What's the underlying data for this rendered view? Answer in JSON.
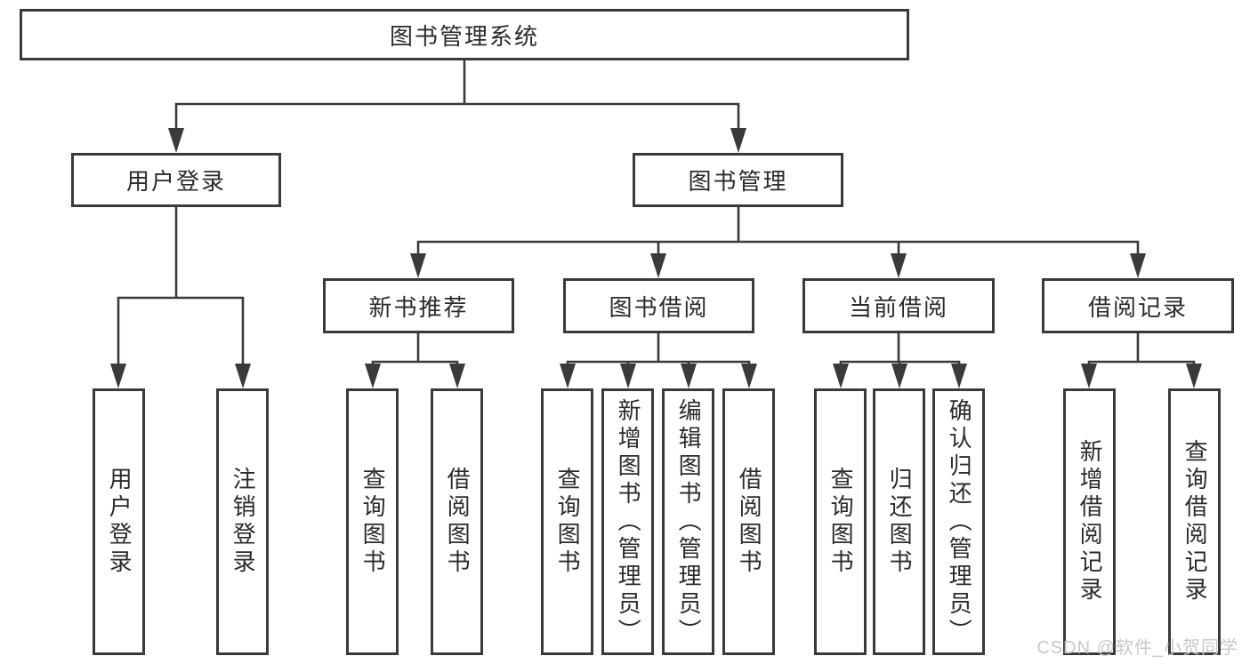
{
  "colors": {
    "line": "#3a3a3a",
    "box_border": "#3a3a3a",
    "text": "#2b2b2b",
    "background": "#ffffff",
    "watermark": "#c8c8c8"
  },
  "watermark": {
    "text": "CSDN @软件_小贺同学"
  },
  "tree": {
    "label": "图书管理系统",
    "children": [
      {
        "label": "用户登录",
        "children": [
          {
            "label": "用户登录"
          },
          {
            "label": "注销登录"
          }
        ]
      },
      {
        "label": "图书管理",
        "children": [
          {
            "label": "新书推荐",
            "children": [
              {
                "label": "查询图书"
              },
              {
                "label": "借阅图书"
              }
            ]
          },
          {
            "label": "图书借阅",
            "children": [
              {
                "label": "查询图书"
              },
              {
                "label": "新增图书（管理员）"
              },
              {
                "label": "编辑图书（管理员）"
              },
              {
                "label": "借阅图书"
              }
            ]
          },
          {
            "label": "当前借阅",
            "children": [
              {
                "label": "查询图书"
              },
              {
                "label": "归还图书"
              },
              {
                "label": "确认归还（管理员）"
              }
            ]
          },
          {
            "label": "借阅记录",
            "children": [
              {
                "label": "新增借阅记录"
              },
              {
                "label": "查询借阅记录"
              }
            ]
          }
        ]
      }
    ]
  }
}
